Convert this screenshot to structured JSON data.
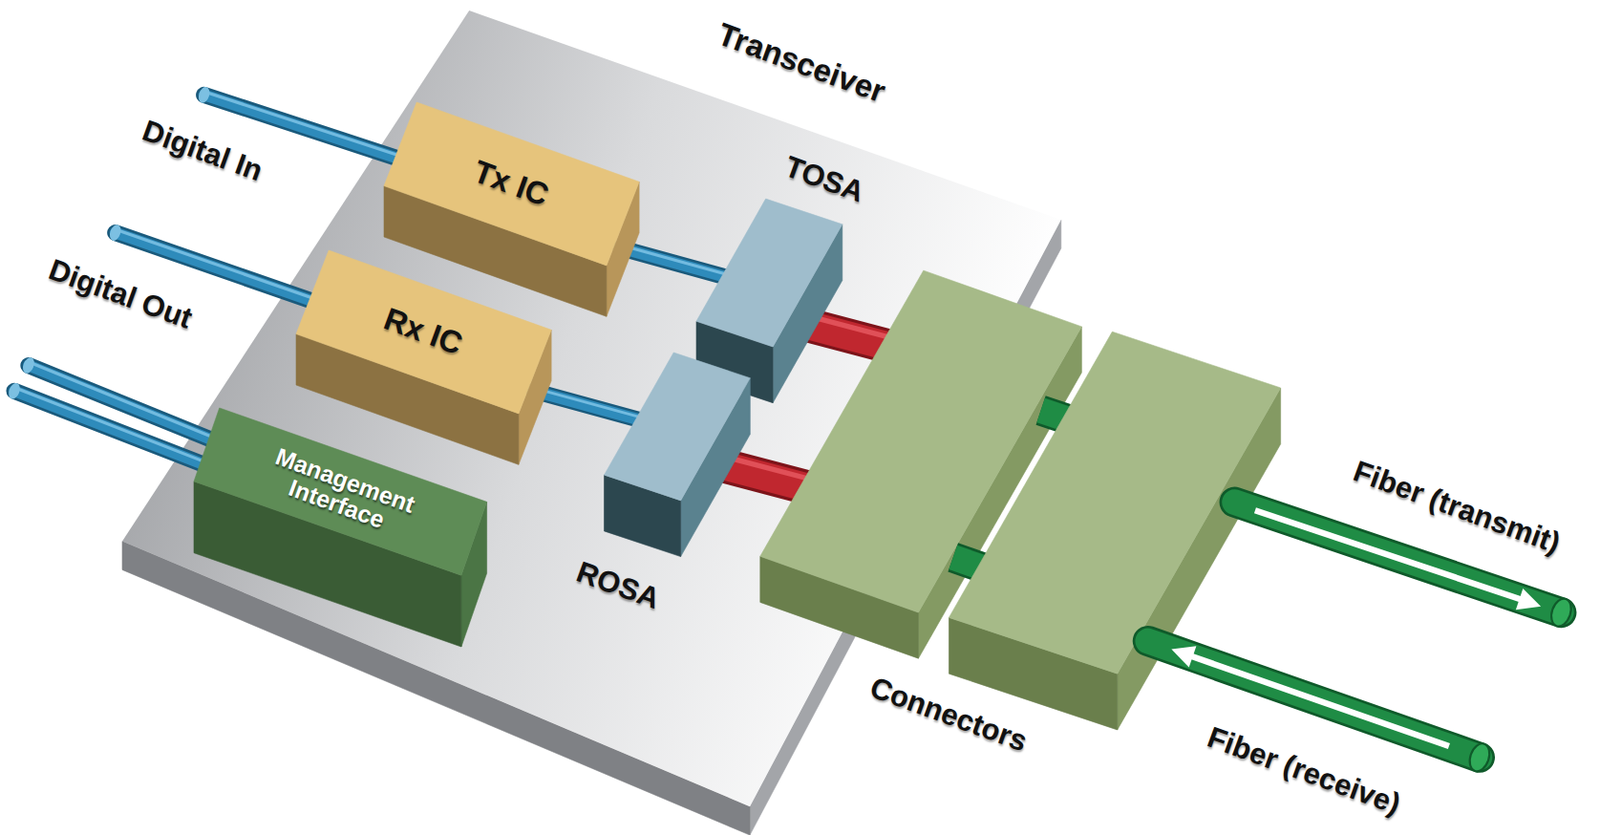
{
  "diagram": {
    "nodes": [
      {
        "text": [
          "Transceiver"
        ]
      },
      {
        "text": [
          "Tx IC"
        ],
        "in": 0
      },
      {
        "text": [
          "TOSA"
        ],
        "in": 0
      },
      {
        "text": [
          "Rx IC"
        ],
        "in": 0
      },
      {
        "text": [
          "Management Interface"
        ],
        "in": 0
      },
      {
        "text": [
          "ROSA"
        ],
        "in": 0
      }
    ],
    "edges": [
      {
        "from": 1,
        "to": 2,
        "arrow": "none"
      },
      {
        "from": 3,
        "to": 5,
        "arrow": "none"
      }
    ],
    "labels": [
      "Digital In",
      "Digital Out",
      "Connectors",
      "Fiber (transmit)",
      "Fiber (receive)"
    ]
  }
}
